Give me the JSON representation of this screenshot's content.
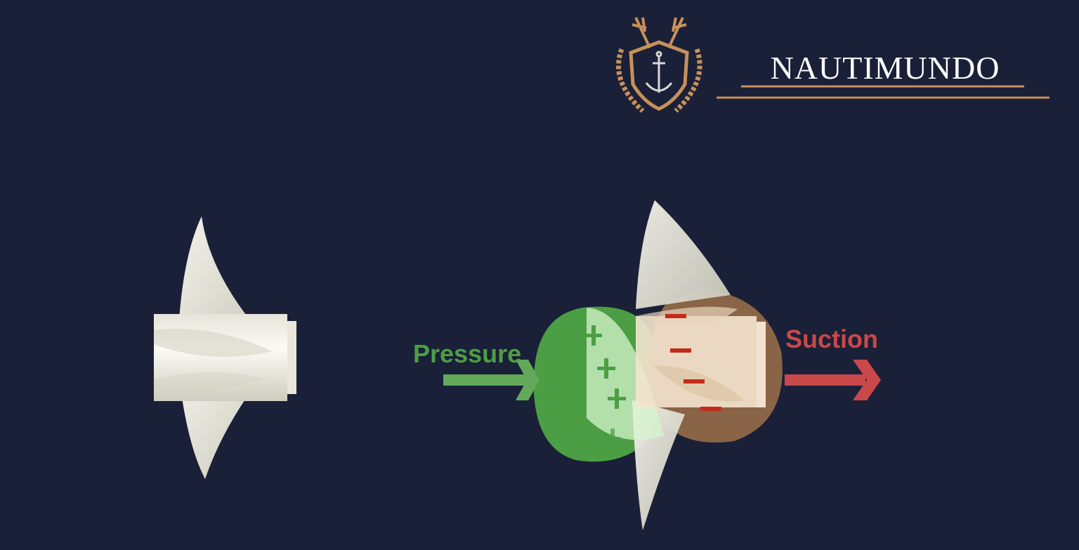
{
  "brand": {
    "name": "NAUTIMUNDO",
    "accent_color": "#c8905a"
  },
  "diagram": {
    "pressure_label": "Pressure",
    "suction_label": "Suction",
    "pressure_color": "#4c9e45",
    "suction_color": "#c9484a",
    "pressure_symbol": "+",
    "suction_symbol": "−"
  }
}
